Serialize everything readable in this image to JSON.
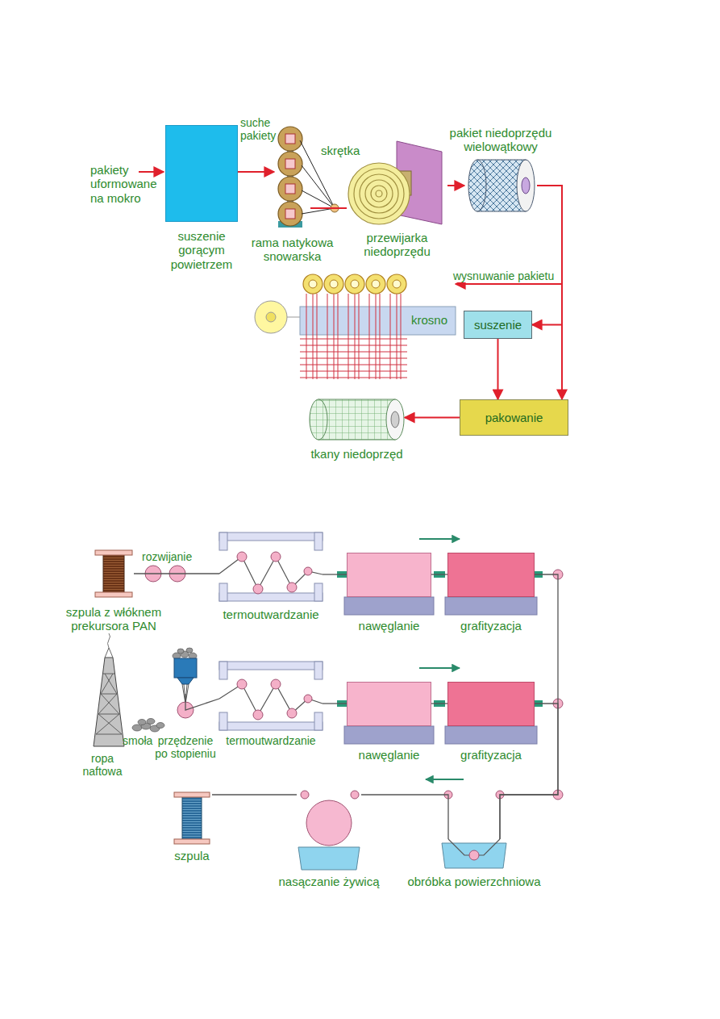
{
  "diagram": {
    "nodes": [
      {
        "text": [
          "suszenie gorącym powietrzem"
        ]
      },
      {
        "text": [
          "rama natykowa snowarska"
        ]
      },
      {
        "text": [
          "przewijarka niedoprzędu"
        ]
      },
      {
        "text": [
          "pakiet niedoprzędu wielowątkowy"
        ]
      },
      {
        "text": [
          "krosno"
        ]
      },
      {
        "text": [
          "suszenie"
        ]
      },
      {
        "text": [
          "pakowanie"
        ]
      },
      {
        "text": [
          "tkany niedoprzęd"
        ]
      },
      {
        "text": [
          "szpula z włóknem prekursora PAN"
        ]
      },
      {
        "text": [
          "termoutwardzanie"
        ]
      },
      {
        "text": [
          "nawęglanie"
        ]
      },
      {
        "text": [
          "grafityzacja"
        ]
      },
      {
        "text": [
          "przędzenie po stopieniu"
        ]
      },
      {
        "text": [
          "termoutwardzanie"
        ]
      },
      {
        "text": [
          "nawęglanie"
        ]
      },
      {
        "text": [
          "grafityzacja"
        ]
      },
      {
        "text": [
          "obróbka powierzchniowa"
        ]
      },
      {
        "text": [
          "nasączanie żywicą"
        ]
      },
      {
        "text": [
          "szpula"
        ]
      }
    ],
    "edges": [
      {
        "from": 0,
        "to": 1,
        "arrow": "to"
      },
      {
        "from": 1,
        "to": 2,
        "arrow": "none"
      },
      {
        "from": 2,
        "to": 3,
        "arrow": "to"
      },
      {
        "from": 3,
        "to": 4,
        "label": "wysnuwanie pakietu",
        "arrow": "to"
      },
      {
        "from": 3,
        "to": 5,
        "arrow": "to"
      },
      {
        "from": 3,
        "to": 6,
        "arrow": "to"
      },
      {
        "from": 5,
        "to": 6,
        "arrow": "to"
      },
      {
        "from": 6,
        "to": 7,
        "arrow": "to"
      },
      {
        "from": 8,
        "to": 9,
        "arrow": "none"
      },
      {
        "from": 9,
        "to": 10,
        "arrow": "none"
      },
      {
        "from": 10,
        "to": 11,
        "arrow": "none"
      },
      {
        "from": 12,
        "to": 13,
        "arrow": "none"
      },
      {
        "from": 13,
        "to": 14,
        "arrow": "none"
      },
      {
        "from": 14,
        "to": 15,
        "arrow": "none"
      },
      {
        "from": 11,
        "to": 16,
        "arrow": "none"
      },
      {
        "from": 15,
        "to": 16,
        "arrow": "none"
      },
      {
        "from": 16,
        "to": 17,
        "arrow": "none"
      },
      {
        "from": 17,
        "to": 18,
        "arrow": "none"
      }
    ],
    "labels": [
      "pakiety uformowane na mokro",
      "suche pakiety",
      "skrętka",
      "rozwijanie",
      "ropa naftowa",
      "smoła"
    ]
  }
}
